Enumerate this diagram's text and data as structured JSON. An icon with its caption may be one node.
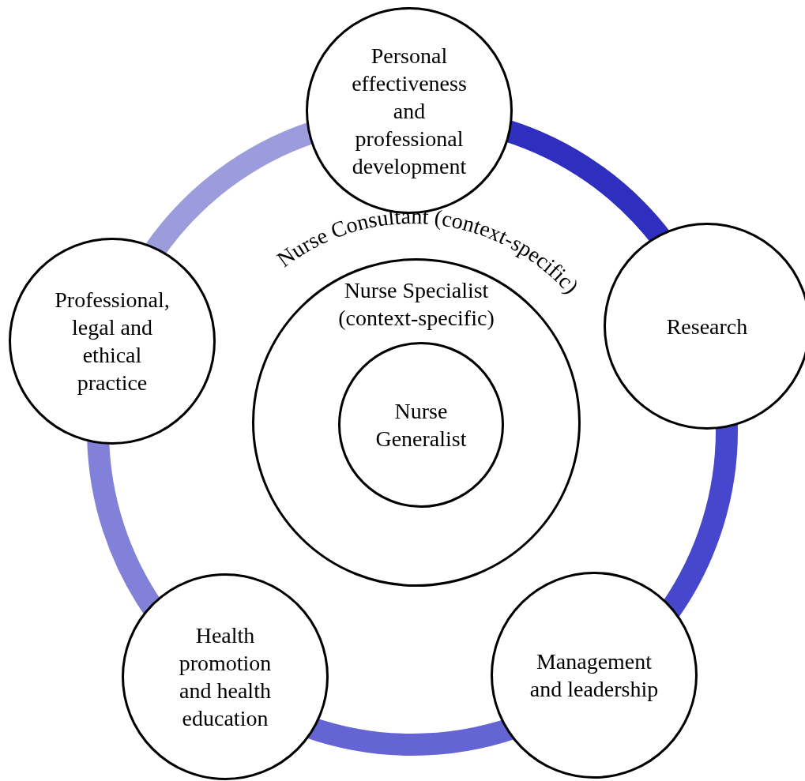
{
  "diagram": {
    "nodes": [
      {
        "text": [
          "Personal effectiveness and professional development"
        ]
      },
      {
        "text": [
          "Research"
        ]
      },
      {
        "text": [
          "Management and leadership"
        ]
      },
      {
        "text": [
          "Health promotion and health education"
        ]
      },
      {
        "text": [
          "Professional, legal and ethical practice"
        ]
      },
      {
        "text": [
          "Nurse Specialist (context-specific)"
        ]
      },
      {
        "text": [
          "Nurse Generalist"
        ],
        "in": 5
      }
    ],
    "edges": [
      {
        "from": 0,
        "to": 1,
        "arrow": "none",
        "color": "#2f2fbf"
      },
      {
        "from": 1,
        "to": 2,
        "arrow": "none",
        "color": "#4747cd"
      },
      {
        "from": 2,
        "to": 3,
        "arrow": "none",
        "color": "#6464d4"
      },
      {
        "from": 3,
        "to": 4,
        "arrow": "none",
        "color": "#8181d9"
      },
      {
        "from": 4,
        "to": 0,
        "arrow": "none",
        "color": "#9c9cdc"
      }
    ],
    "labels": [
      "Nurse Consultant (context-specific)"
    ]
  }
}
